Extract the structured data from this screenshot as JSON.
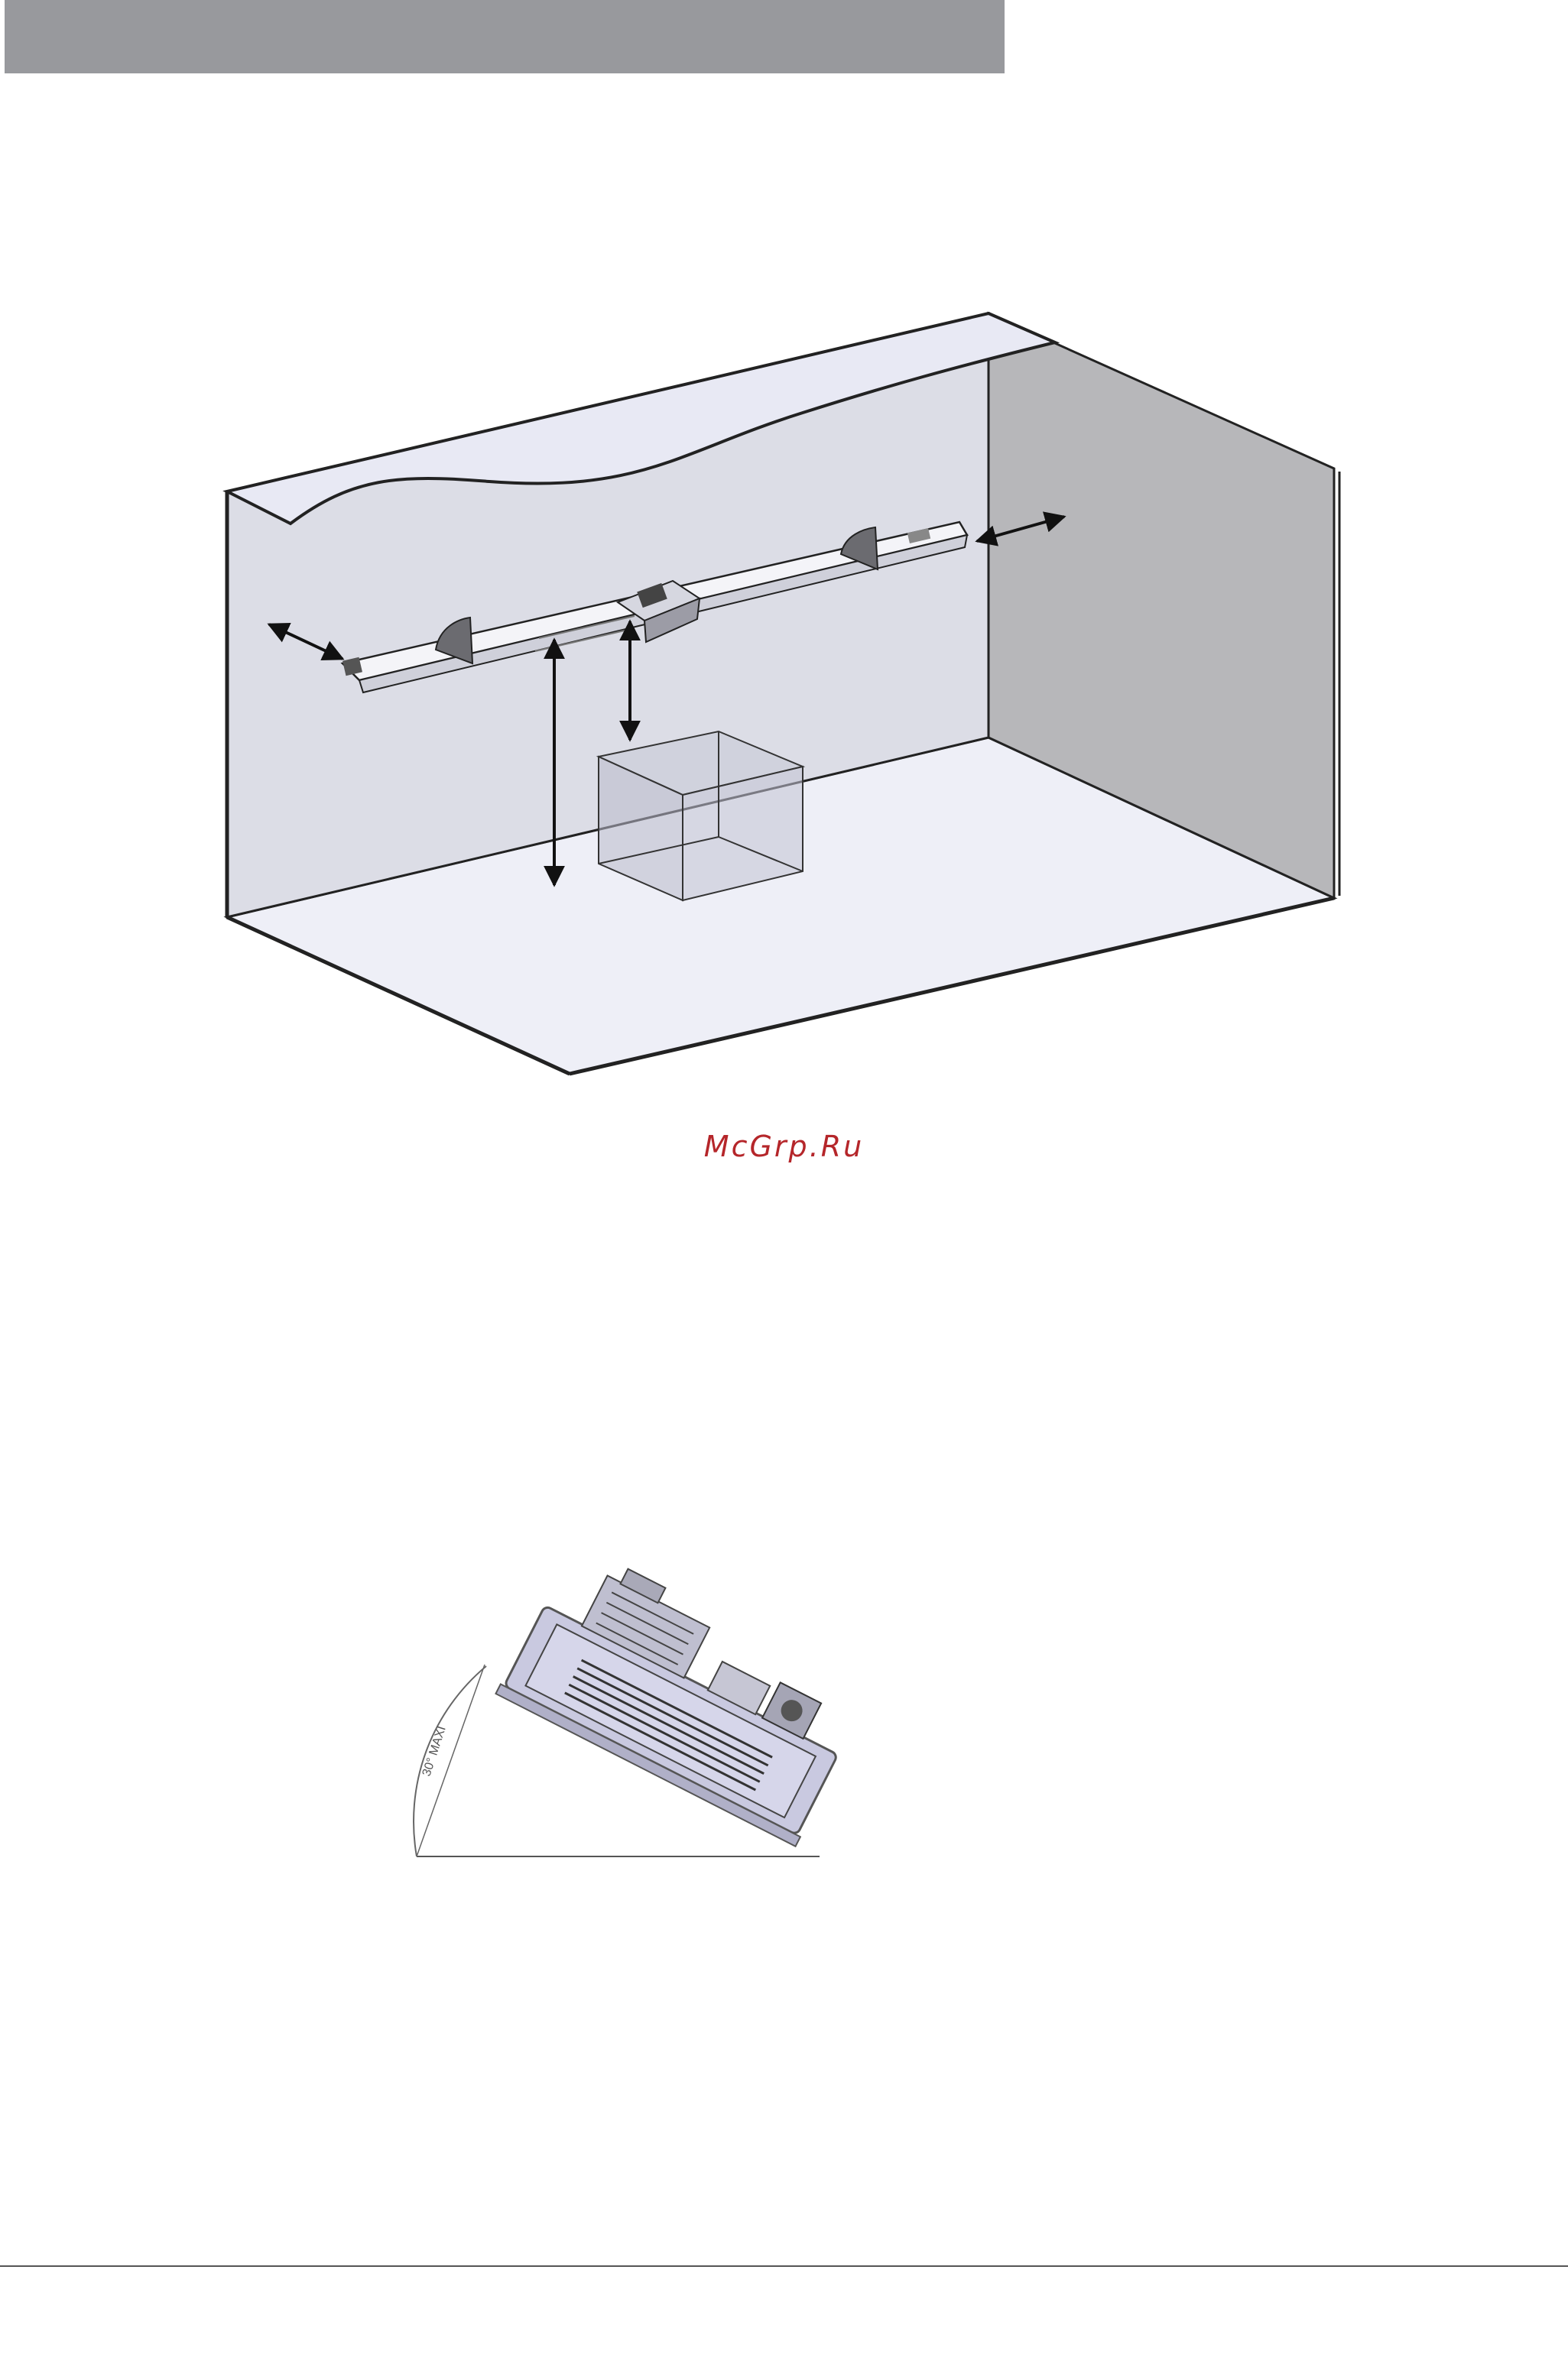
{
  "header": {
    "bar_color": "#98999d"
  },
  "room_diagram": {
    "icon": "room-install-clearance-diagram"
  },
  "watermark": {
    "text": "McGrp.Ru",
    "color": "#b5262a"
  },
  "tilt_diagram": {
    "icon": "tilted-heater-diagram",
    "angle_label": "30° MAXI"
  }
}
